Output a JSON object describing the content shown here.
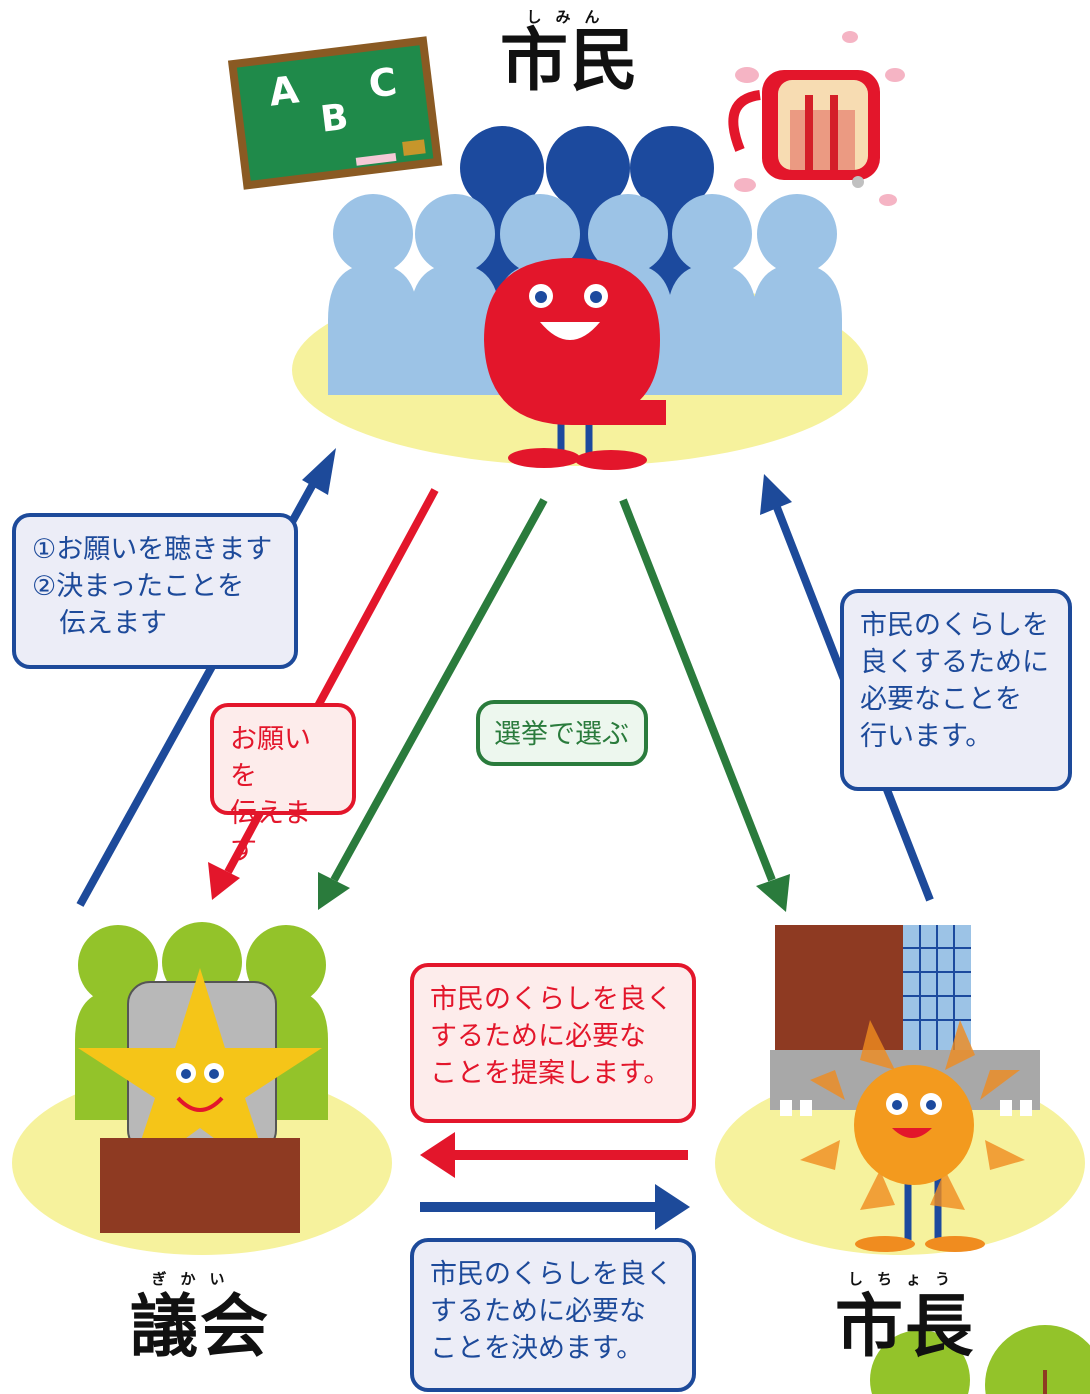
{
  "citizens": {
    "title": "市民",
    "reading": "しみん"
  },
  "council": {
    "title": "議会",
    "reading": "ぎかい"
  },
  "mayor": {
    "title": "市長",
    "reading": "しちょう"
  },
  "blackboard": {
    "letters": [
      "A",
      "B",
      "C"
    ]
  },
  "boxes": {
    "council_to_citizens": "①お願いを聴きます\n②決まったことを\n　伝えます",
    "citizens_to_council": "お願いを\n伝えます",
    "election": "選挙で選ぶ",
    "mayor_to_citizens": "市民のくらしを\n良くするために\n必要なことを\n行います。",
    "mayor_to_council": "市民のくらしを良く\nするために必要な\nことを提案します。",
    "council_to_mayor": "市民のくらしを良く\nするために必要な\nことを決めます。"
  },
  "colors": {
    "blue": "#1d4a9a",
    "red": "#e3162b",
    "green": "#2a7b3c",
    "ellipse": "#f6f29d",
    "light_blue_people": "#9cc3e6",
    "dark_blue_people": "#1c4a9e",
    "green_people": "#93c32a"
  }
}
